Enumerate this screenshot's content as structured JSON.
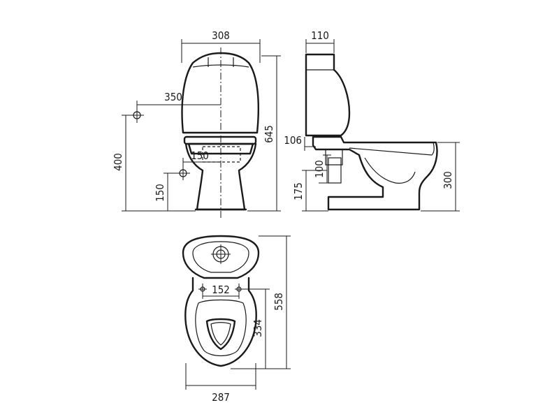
{
  "dimensions": {
    "front_width": "308",
    "front_inlet": "350",
    "front_height": "645",
    "front_wall_inlet_height": "400",
    "front_outlet_offset": "150",
    "front_outlet_height": "150",
    "side_tank_depth": "110",
    "side_offset": "106",
    "side_outlet_height_a": "100",
    "side_outlet_height_b": "175",
    "side_seat_height": "300",
    "top_fixing_spacing": "152",
    "top_length": "558",
    "top_fixing_to_front": "334",
    "top_base_width": "287"
  }
}
